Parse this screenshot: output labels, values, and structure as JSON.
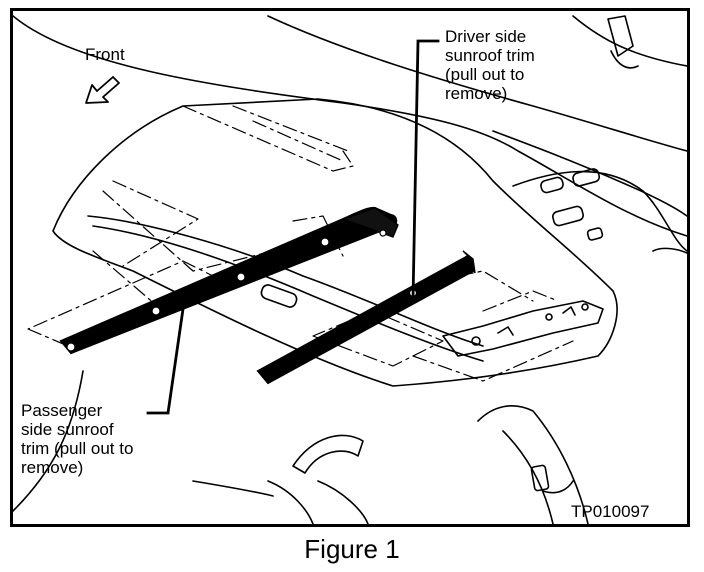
{
  "labels": {
    "front": "Front",
    "driver": "Driver side\nsunroof trim\n(pull out to\nremove)",
    "passenger": "Passenger\nside sunroof\ntrim (pull out to\nremove)",
    "code": "TP010097"
  },
  "caption": "Figure 1",
  "colors": {
    "ink": "#000000",
    "paper": "#ffffff"
  }
}
